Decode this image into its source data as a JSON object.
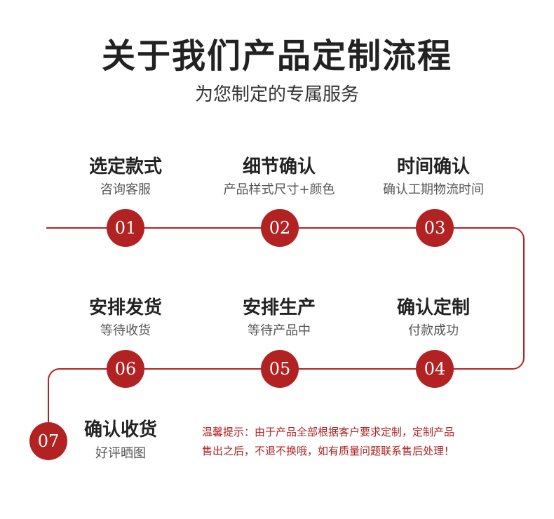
{
  "header": {
    "title": "关于我们产品定制流程",
    "subtitle": "为您制定的专属服务"
  },
  "steps": [
    {
      "number": "01",
      "title": "选定款式",
      "subtitle": "咨询客服"
    },
    {
      "number": "02",
      "title": "细节确认",
      "subtitle": "产品样式尺寸+颜色"
    },
    {
      "number": "03",
      "title": "时间确认",
      "subtitle": "确认工期物流时间"
    },
    {
      "number": "04",
      "title": "确认定制",
      "subtitle": "付款成功"
    },
    {
      "number": "05",
      "title": "安排生产",
      "subtitle": "等待产品中"
    },
    {
      "number": "06",
      "title": "安排发货",
      "subtitle": "等待收货"
    },
    {
      "number": "07",
      "title": "确认收货",
      "subtitle": "好评晒图"
    }
  ],
  "note": {
    "line1": "温馨提示：由于产品全部根据客户要求定制，定制产品",
    "line2": "售出之后，不退不换哦，如有质量问题联系售后处理！"
  },
  "colors": {
    "accent": "#b22222",
    "title": "#222222",
    "subtitle": "#555555"
  }
}
